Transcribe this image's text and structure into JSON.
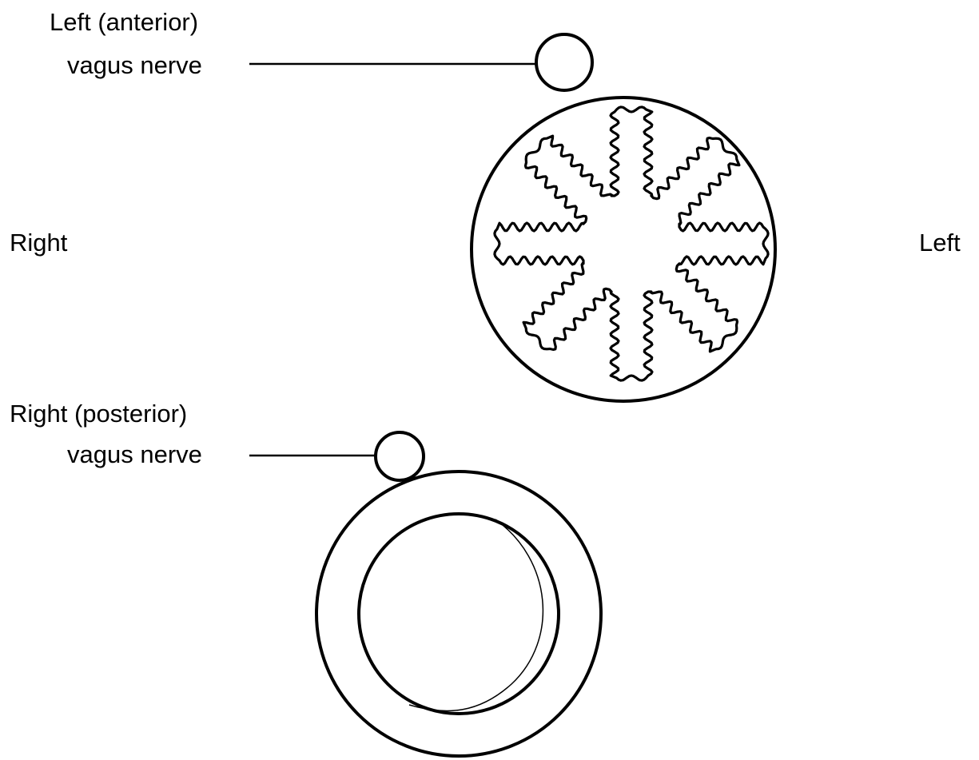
{
  "labels": {
    "left_anterior_line1": "Left (anterior)",
    "left_anterior_line2": "vagus nerve",
    "right_posterior_line1": "Right (posterior)",
    "right_posterior_line2": "vagus nerve",
    "side_right": "Right",
    "side_left": "Left"
  },
  "colors": {
    "stroke": "#000000",
    "background": "#ffffff"
  },
  "structures": {
    "upper_lumen_folds": 8
  }
}
